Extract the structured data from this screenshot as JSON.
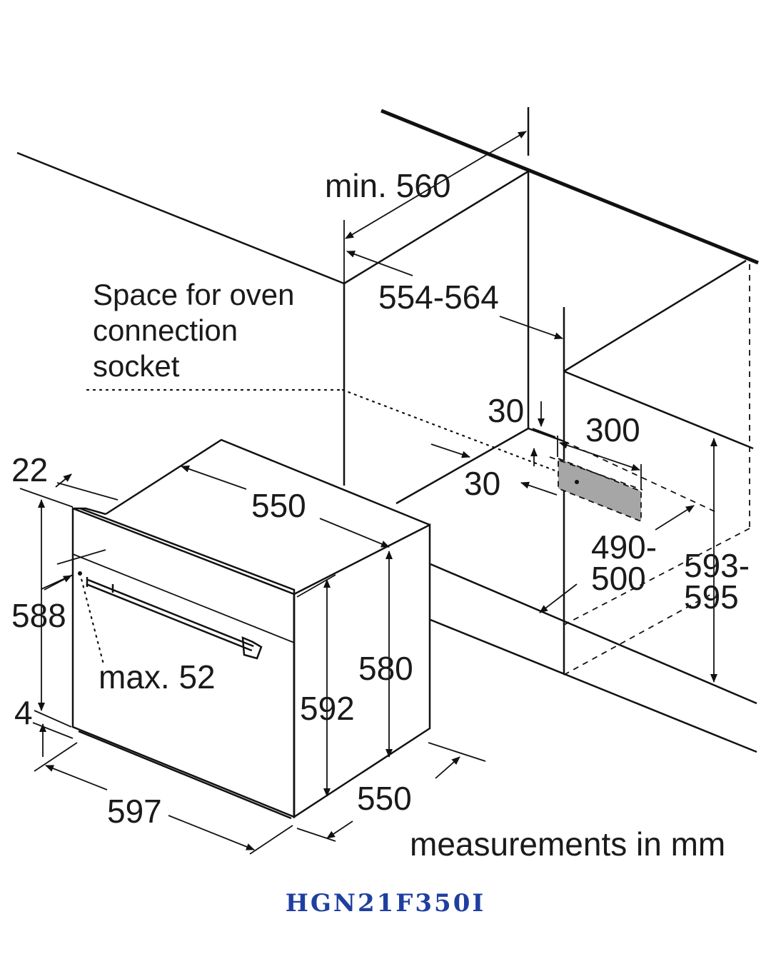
{
  "diagram": {
    "labels": {
      "min_560": "min. 560",
      "range_554_564": "554-564",
      "socket_line1": "Space for oven",
      "socket_line2": "connection",
      "socket_line3": "socket",
      "d30_top": "30",
      "d300": "300",
      "d30_side": "30",
      "d490": "490-",
      "d500": "500",
      "d593": "593-",
      "d595": "595",
      "d22": "22",
      "d550_top": "550",
      "d588": "588",
      "max52": "max. 52",
      "d580": "580",
      "d592": "592",
      "d4": "4",
      "d597": "597",
      "d550_depth": "550",
      "units": "measurements in mm"
    },
    "model": "HGN21F350I",
    "colors": {
      "line": "#111111",
      "socket_fill": "#a6a6a6",
      "model_text": "#1f3fa0"
    }
  }
}
